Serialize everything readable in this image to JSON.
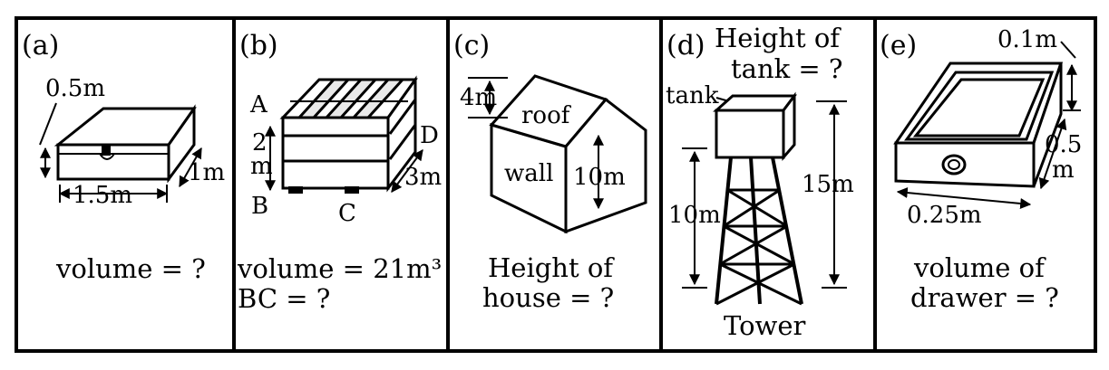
{
  "panels": [
    {
      "id": "a",
      "label": "(a)",
      "dims": {
        "height": "0.5m",
        "length": "1.5m",
        "width": "1m"
      },
      "caption": [
        "volume = ?"
      ]
    },
    {
      "id": "b",
      "label": "(b)",
      "points": {
        "A": "A",
        "B": "B",
        "C": "C",
        "D": "D"
      },
      "dims": {
        "height_num": "2",
        "height_unit": "m",
        "width": "3m"
      },
      "caption": [
        "volume = 21m³",
        "BC = ?"
      ]
    },
    {
      "id": "c",
      "label": "(c)",
      "dims": {
        "roof_height": "4m",
        "wall_height": "10m"
      },
      "parts": {
        "roof": "roof",
        "wall": "wall"
      },
      "caption": [
        "Height of",
        "house = ?"
      ]
    },
    {
      "id": "d",
      "label": "(d)",
      "title": [
        "Height of",
        "tank = ?"
      ],
      "parts": {
        "tank": "tank"
      },
      "dims": {
        "tower_height": "10m",
        "total_height": "15m"
      },
      "caption": [
        "Tower"
      ]
    },
    {
      "id": "e",
      "label": "(e)",
      "dims": {
        "depth": "0.1m",
        "length_num": "0.5",
        "length_unit": "m",
        "width": "0.25m"
      },
      "caption": [
        "volume of",
        "drawer = ?"
      ]
    }
  ]
}
